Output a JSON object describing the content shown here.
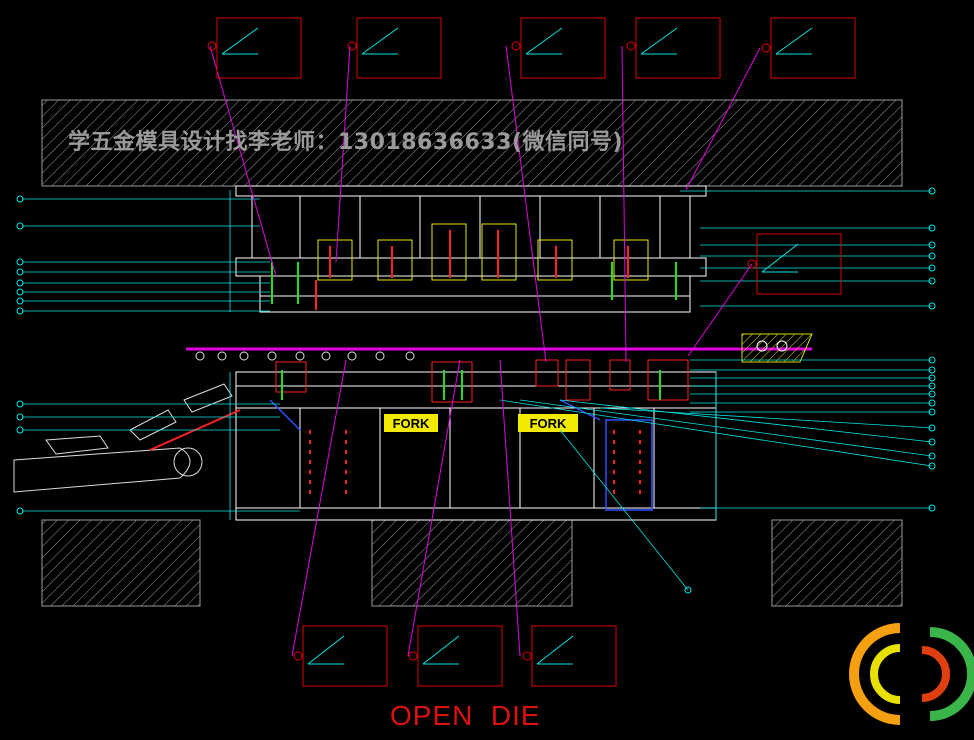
{
  "watermark": "学五金模具设计找李老师：13018636633(微信同号)",
  "title": "OPEN  DIE",
  "fork_labels": [
    "FORK",
    "FORK"
  ],
  "colors": {
    "background": "#000000",
    "structure": "#ffffff",
    "leader_cyan": "#00e5e5",
    "leader_magenta": "#e000e0",
    "callout_border": "#e00000",
    "fork_fill": "#f2ea00",
    "title_red": "#dd1111",
    "watermark_gray": "#9a9a9a"
  },
  "icons": [
    "brand-logo-icon"
  ]
}
